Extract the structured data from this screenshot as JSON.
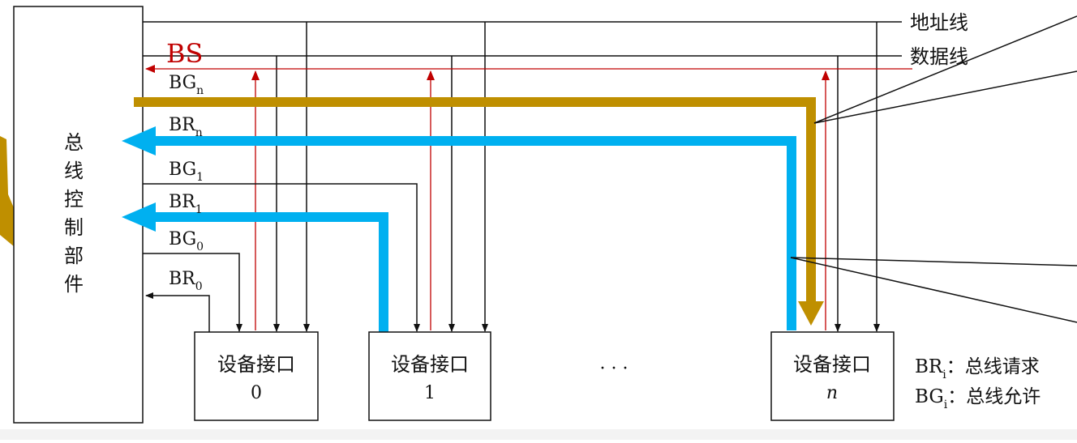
{
  "controller": {
    "chars": [
      "总",
      "线",
      "控",
      "制",
      "部",
      "件"
    ]
  },
  "bus_lines": {
    "address": "地址线",
    "data": "数据线"
  },
  "signals": {
    "bs": "BS",
    "bg_n": {
      "base": "BG",
      "sub": "n"
    },
    "br_n": {
      "base": "BR",
      "sub": "n"
    },
    "bg_1": {
      "base": "BG",
      "sub": "1"
    },
    "br_1": {
      "base": "BR",
      "sub": "1"
    },
    "bg_0": {
      "base": "BG",
      "sub": "0"
    },
    "br_0": {
      "base": "BR",
      "sub": "0"
    }
  },
  "devices": [
    {
      "title": "设备接口",
      "index": "0"
    },
    {
      "title": "设备接口",
      "index": "1"
    },
    {
      "title": "设备接口",
      "index": "n"
    }
  ],
  "ellipsis": "· · ·",
  "legend": {
    "br": {
      "base": "BR",
      "sub": "i",
      "sep": "：",
      "text": "总线请求"
    },
    "bg": {
      "base": "BG",
      "sub": "i",
      "sep": "：",
      "text": "总线允许"
    }
  },
  "colors": {
    "line": "#111111",
    "bs_red": "#c00000",
    "grant_gold": "#bf8f00",
    "request_blue": "#00b0f0",
    "background": "#ffffff",
    "page_gray": "#f3f3f3"
  }
}
